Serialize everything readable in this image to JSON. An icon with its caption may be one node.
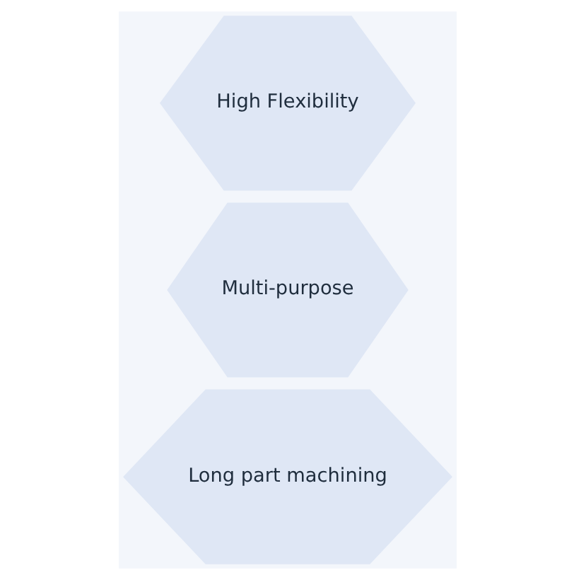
{
  "diagram": {
    "nodes": [
      {
        "text": [
          "Long part machining"
        ]
      },
      {
        "text": [
          "Multi-purpose"
        ]
      },
      {
        "text": [
          "High Flexibility"
        ]
      }
    ]
  }
}
